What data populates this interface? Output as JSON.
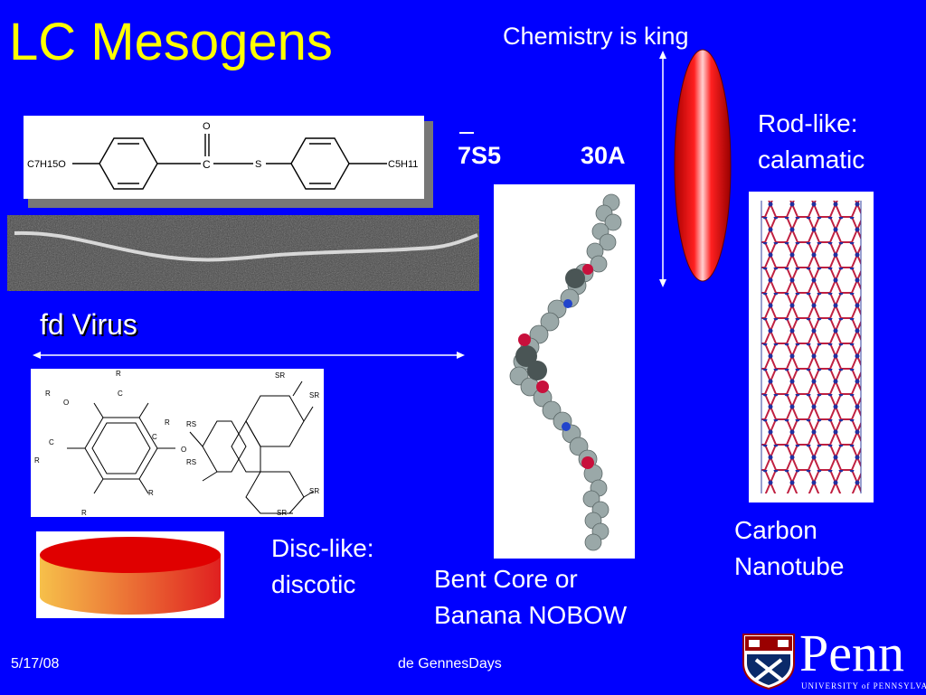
{
  "slide": {
    "title": "LC Mesogens",
    "chemistry_caption": "Chemistry is king",
    "rod_label": [
      "Rod-like:",
      "calamatic"
    ],
    "virus_label": "fd  Virus",
    "sample_name": "7S5",
    "sample_length": "30A",
    "disc_label": [
      "Disc-like:",
      "discotic"
    ],
    "bent_label": [
      "Bent Core or",
      "Banana NOBOW"
    ],
    "nanotube_label": [
      "Carbon",
      "Nanotube"
    ]
  },
  "molecule": {
    "left_group": "C7H15O",
    "carbonyl_o": "O",
    "carbonyl_c": "C",
    "sulfur": "S",
    "right_group": "C5H11"
  },
  "discotic_structures": {
    "ester_r": "R",
    "ester_o": "O",
    "ester_c": "C",
    "thio_sr": "SR",
    "thio_rs": "RS"
  },
  "footer": {
    "date": "5/17/08",
    "event": "de GennesDays",
    "logo_text": "Penn",
    "logo_subtext": "UNIVERSITY of PENNSYLVANIA"
  },
  "colors": {
    "background": "#0000FF",
    "title": "#FFFF00",
    "text": "#FFFFFF",
    "ellipsoid": "#E00000",
    "disc_top": "#E00000"
  }
}
